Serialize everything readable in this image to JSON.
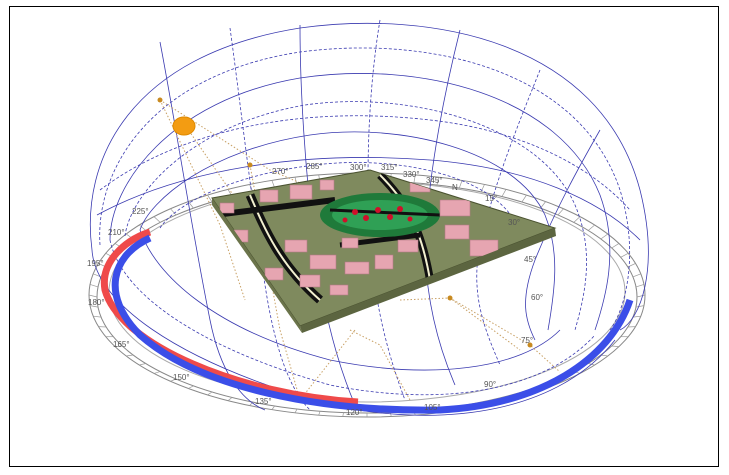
{
  "colors": {
    "dome_lines": "#3a3ab0",
    "ring_lines": "#888888",
    "sun": "#f39c12",
    "sun_path_dots": "#c8a064",
    "winter_arc": "#ef4a4a",
    "summer_arc": "#3b4ee8",
    "terrain": "#7f8a5e",
    "buildings": "#e6a5b1",
    "roads": "#111111",
    "park": "#1f7a3a",
    "flowers": "#d0102a"
  },
  "compass": {
    "labels": [
      "300°",
      "315°",
      "330°",
      "345°",
      "N",
      "15°",
      "30°",
      "45°",
      "60°",
      "75°",
      "90°",
      "105°",
      "120°",
      "135°",
      "150°",
      "165°",
      "180°",
      "195°",
      "210°",
      "225°",
      "270°",
      "285°"
    ]
  },
  "icons": {
    "sun": "sun-icon"
  }
}
